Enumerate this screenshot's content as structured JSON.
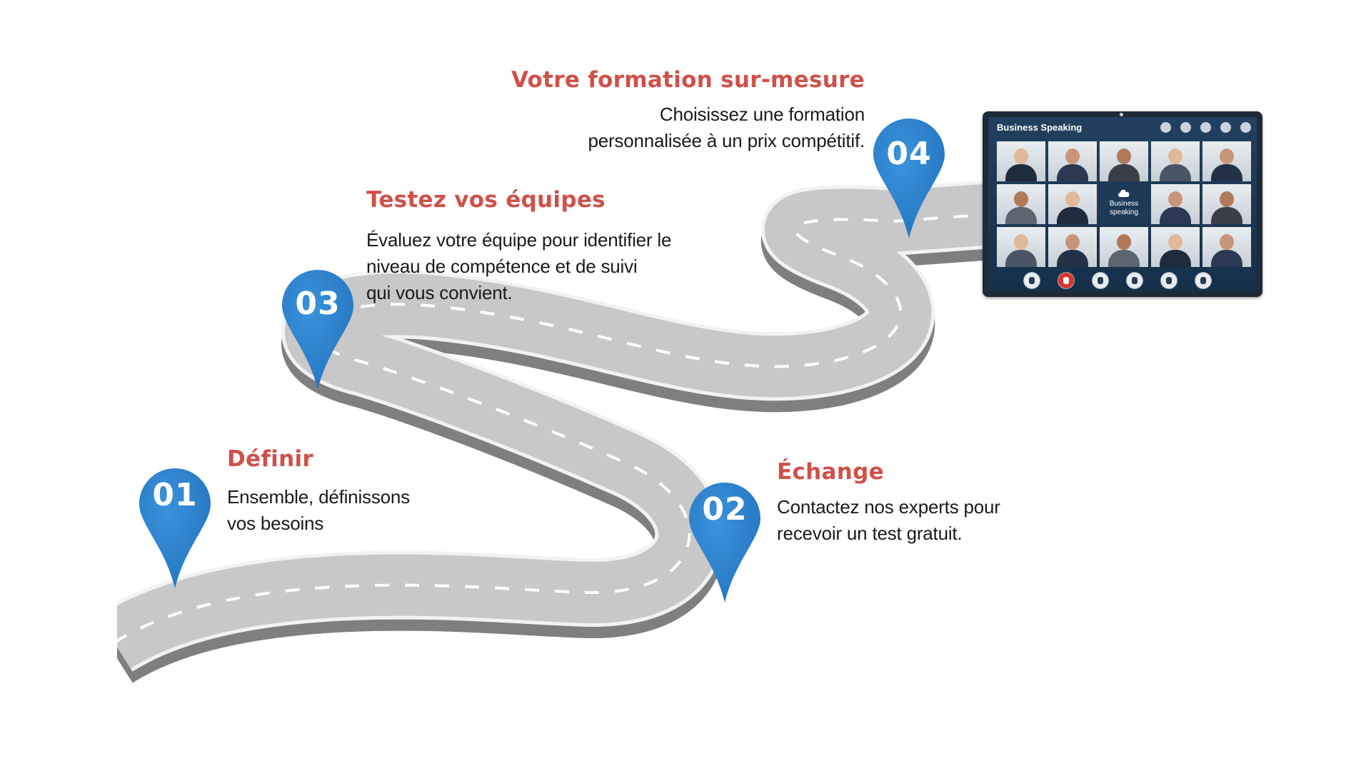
{
  "steps": [
    {
      "number": "01",
      "title": "Définir",
      "lines": [
        "Ensemble, définissons",
        "vos besoins"
      ]
    },
    {
      "number": "02",
      "title": "Échange",
      "lines": [
        "Contactez nos experts pour",
        "recevoir un test gratuit."
      ]
    },
    {
      "number": "03",
      "title": "Testez vos équipes",
      "lines": [
        "Évaluez votre équipe pour identifier le",
        "niveau de compétence et de suivi",
        "qui vous convient."
      ]
    },
    {
      "number": "04",
      "title": "Votre formation sur-mesure",
      "lines": [
        "Choisissez une formation",
        "personnalisée à un prix compétitif."
      ]
    }
  ],
  "laptop": {
    "app_title": "Business Speaking",
    "center_tile": [
      "Business",
      "speaking"
    ],
    "top_icons": [
      "account-icon",
      "chat-icon",
      "participants-icon",
      "settings-icon",
      "share-icon"
    ],
    "controls": [
      "microphone-icon",
      "video-icon",
      "speaker-icon",
      "screen-share-icon",
      "image-icon",
      "mic-icon"
    ]
  },
  "colors": {
    "accent": "#d0504a",
    "pin": "#2f86d1",
    "road_top": "#c8c8c8",
    "road_side": "#808080",
    "road_edge": "#f2f2f2",
    "lane": "#ffffff"
  }
}
